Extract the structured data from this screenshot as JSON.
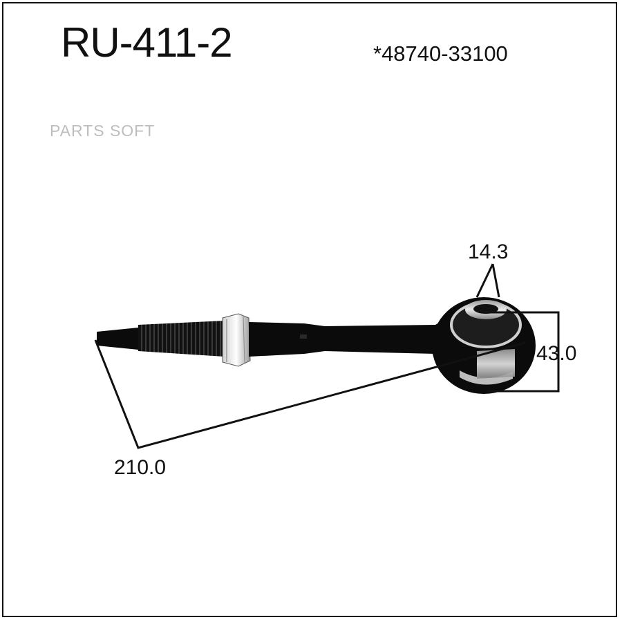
{
  "header": {
    "part_number": "RU-411-2",
    "oem_number": "*48740-33100"
  },
  "watermark": "PARTS SOFT",
  "dimensions": {
    "bore": "14.3",
    "height": "43.0",
    "length": "210.0"
  },
  "colors": {
    "part": "#0b0b0b",
    "line": "#111111",
    "watermark": "#bdbdbd"
  }
}
